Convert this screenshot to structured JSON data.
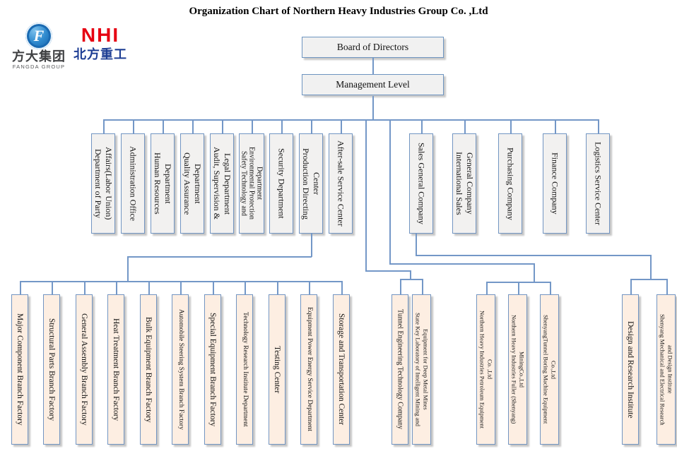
{
  "title": "Organization Chart of Northern Heavy Industries  Group Co. ,Ltd",
  "logos": {
    "fangda": {
      "letter": "F",
      "cn": "方大集团",
      "en": "FANGDA GROUP"
    },
    "nhi": {
      "abbr": "NHI",
      "cn": "北方重工"
    }
  },
  "nodes": {
    "board": "Board of Directors",
    "management": "Management Level",
    "middle": [
      "Department of Party\nAffairs(Labor Union)",
      "Administration Office",
      "Human Resources\nDepartment",
      "Quality Assurance\nDepartment",
      "Audit, Supervision &\nLegal Department",
      "Safety Technology and\nEnvironmental Protection\nDepartment",
      "Security Department",
      "Production Directing\nCenter",
      "After-sale Service Center",
      "Sales General Company",
      "International Sales\nGeneral Company",
      "Purchasing Company",
      "Finance Company",
      "Logistics Service Center"
    ],
    "bottom": [
      "Major Component Branch Factory",
      "Structural Parts Branch Factory",
      "General Assembly Branch Factory",
      "Heat Treatment Branch Factory",
      "Bulk Equipment Branch Factory",
      "Automobile Steering System Branch Factory",
      "Special Equipment Branch Factory",
      "Technology Research Institute Department",
      "Testing Center",
      "Equipment Power Energy Service Department",
      "Storage and Transportation Center",
      "Tunnel Engineering Technology Company",
      "State Key Laboratory of Intelligent Mining and\nEquipment for Deep Metal Mines",
      "Northern Heavy Industries Petroleum Equipment\nCo. ,Ltd",
      "Northern Heavy Industries Fuller (Shenyang)\nMiningCo.,Ltd",
      "ShenyangTunnel Boring Machine Equipment\nCo.,Ltd",
      "Design and Research Institute",
      "Shenyang Mechanical and Electrical Research\nand Design Institute"
    ]
  },
  "colors": {
    "line": "#7397c7",
    "box_border": "#7295c2",
    "middle_fill": "#f2f1f0",
    "bottom_fill": "#fdeee2",
    "top_fill": "#f1f1f1",
    "nhi_red": "#e60012",
    "fangda_blue": "#1a6ab2",
    "nhi_cn_blue": "#1e3e94"
  }
}
